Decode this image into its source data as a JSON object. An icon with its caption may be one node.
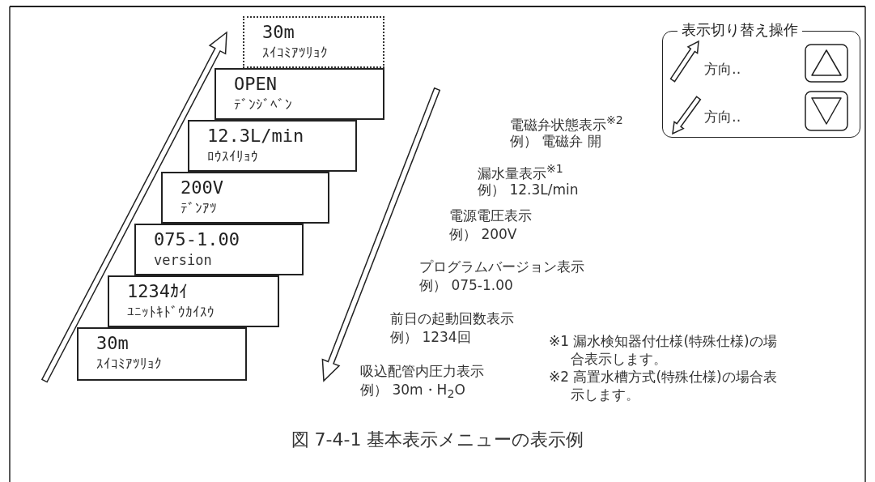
{
  "diagram": {
    "caption": "図 7-4-1 基本表示メニューの表示例",
    "nodes": [
      {
        "text": [
          "30m",
          "ｽｲｺﾐｱﾂﾘｮｸ"
        ]
      },
      {
        "text": [
          "OPEN",
          "ﾃﾞﾝｼﾞﾍﾞﾝ"
        ]
      },
      {
        "text": [
          "12.3L/min",
          "ﾛｳｽｲﾘｮｳ"
        ]
      },
      {
        "text": [
          "200V",
          "ﾃﾞﾝｱﾂ"
        ]
      },
      {
        "text": [
          "075-1.00",
          "version"
        ]
      },
      {
        "text": [
          "1234ｶｲ",
          "ﾕﾆｯﾄｷﾄﾞｳｶｲｽｳ"
        ]
      },
      {
        "text": [
          "30m",
          "ｽｲｺﾐｱﾂﾘｮｸ"
        ]
      },
      {
        "text": [
          "表示切り替え操作"
        ]
      }
    ],
    "labels": [
      "方向‥",
      "方向‥",
      "電磁弁状態表示$^{※2}$",
      "例） 電磁弁 開",
      "漏水量表示$^{※1}$",
      "例） 12.3L/min",
      "電源電圧表示",
      "例） 200V",
      "プログラムバージョン表示",
      "例） 075-1.00",
      "前日の起動回数表示",
      "例） 1234回",
      "吸込配管内圧力表示",
      "例） 30m・H$_{2}$O",
      "※1 漏水検知器付仕様(特殊仕様)の場合表示します。",
      "※2 高置水槽方式(特殊仕様)の場合表示します。"
    ]
  }
}
